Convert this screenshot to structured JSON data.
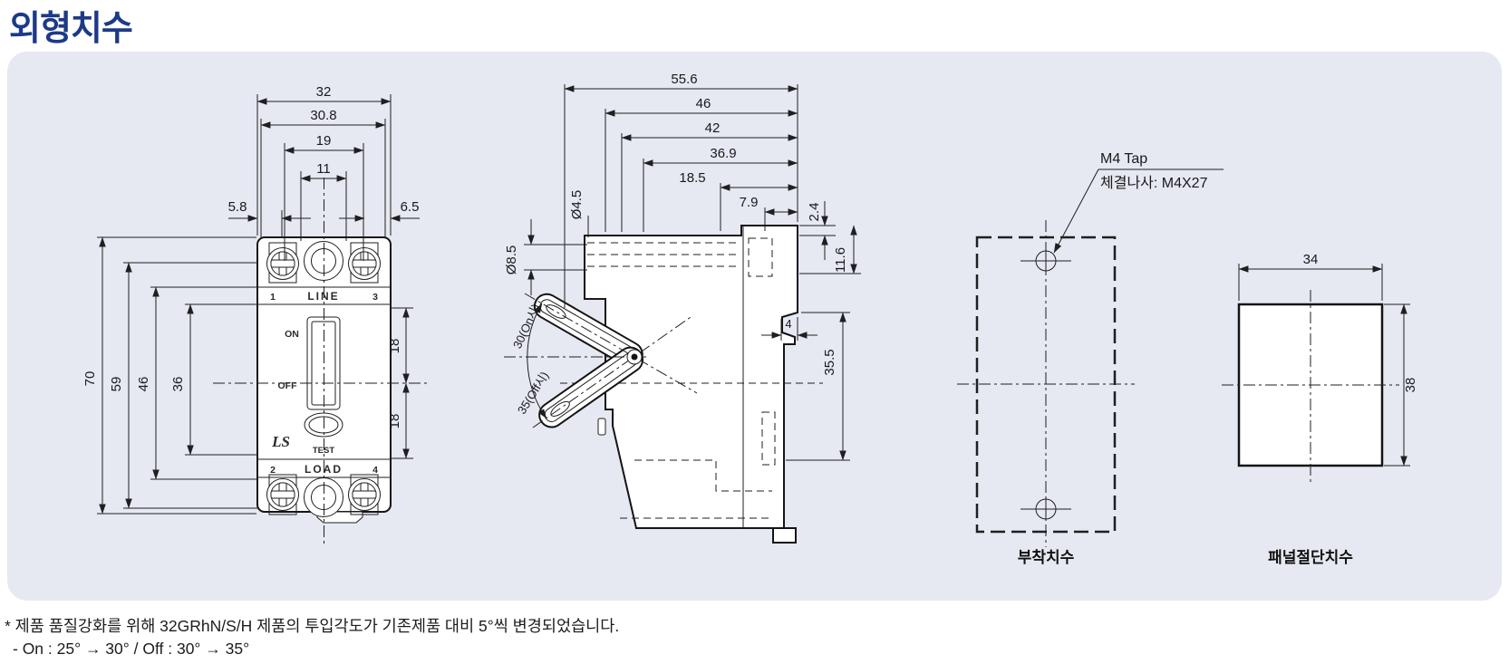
{
  "title": "외형치수",
  "front": {
    "dims": {
      "d32": "32",
      "d30_8": "30.8",
      "d19": "19",
      "d11": "11",
      "d5_8": "5.8",
      "d6_5": "6.5",
      "d70": "70",
      "d59": "59",
      "d46": "46",
      "d36": "36",
      "d18a": "18",
      "d18b": "18"
    },
    "labels": {
      "t1": "1",
      "line": "LINE",
      "t3": "3",
      "t2": "2",
      "load": "LOAD",
      "t4": "4",
      "on": "ON",
      "off": "OFF",
      "test": "TEST",
      "logo": "LS"
    }
  },
  "side": {
    "dims": {
      "d55_6": "55.6",
      "d46": "46",
      "d42": "42",
      "d36_9": "36.9",
      "d18_5": "18.5",
      "d7_9": "7.9",
      "d2_4": "2.4",
      "d11_6": "11.6",
      "d4_5": "Ø4.5",
      "d8_5": "Ø8.5",
      "d4": "4",
      "d35_5": "35.5",
      "angle_on": "30(On시)",
      "angle_off": "35(Off시)"
    }
  },
  "mounting": {
    "callout1": "M4 Tap",
    "callout2": "체결나사: M4X27",
    "caption": "부착치수"
  },
  "cutout": {
    "d34": "34",
    "d38": "38",
    "caption": "패널절단치수"
  },
  "notes": {
    "line1": "* 제품 품질강화를 위해 32GRhN/S/H 제품의 투입각도가 기존제품 대비 5°씩 변경되었습니다.",
    "line2": "- On : 25° → 30° / Off : 30° → 35°"
  },
  "colors": {
    "title": "#1d3a87",
    "panel_bg": "#e6e8f2",
    "line": "#1f1f1f"
  }
}
